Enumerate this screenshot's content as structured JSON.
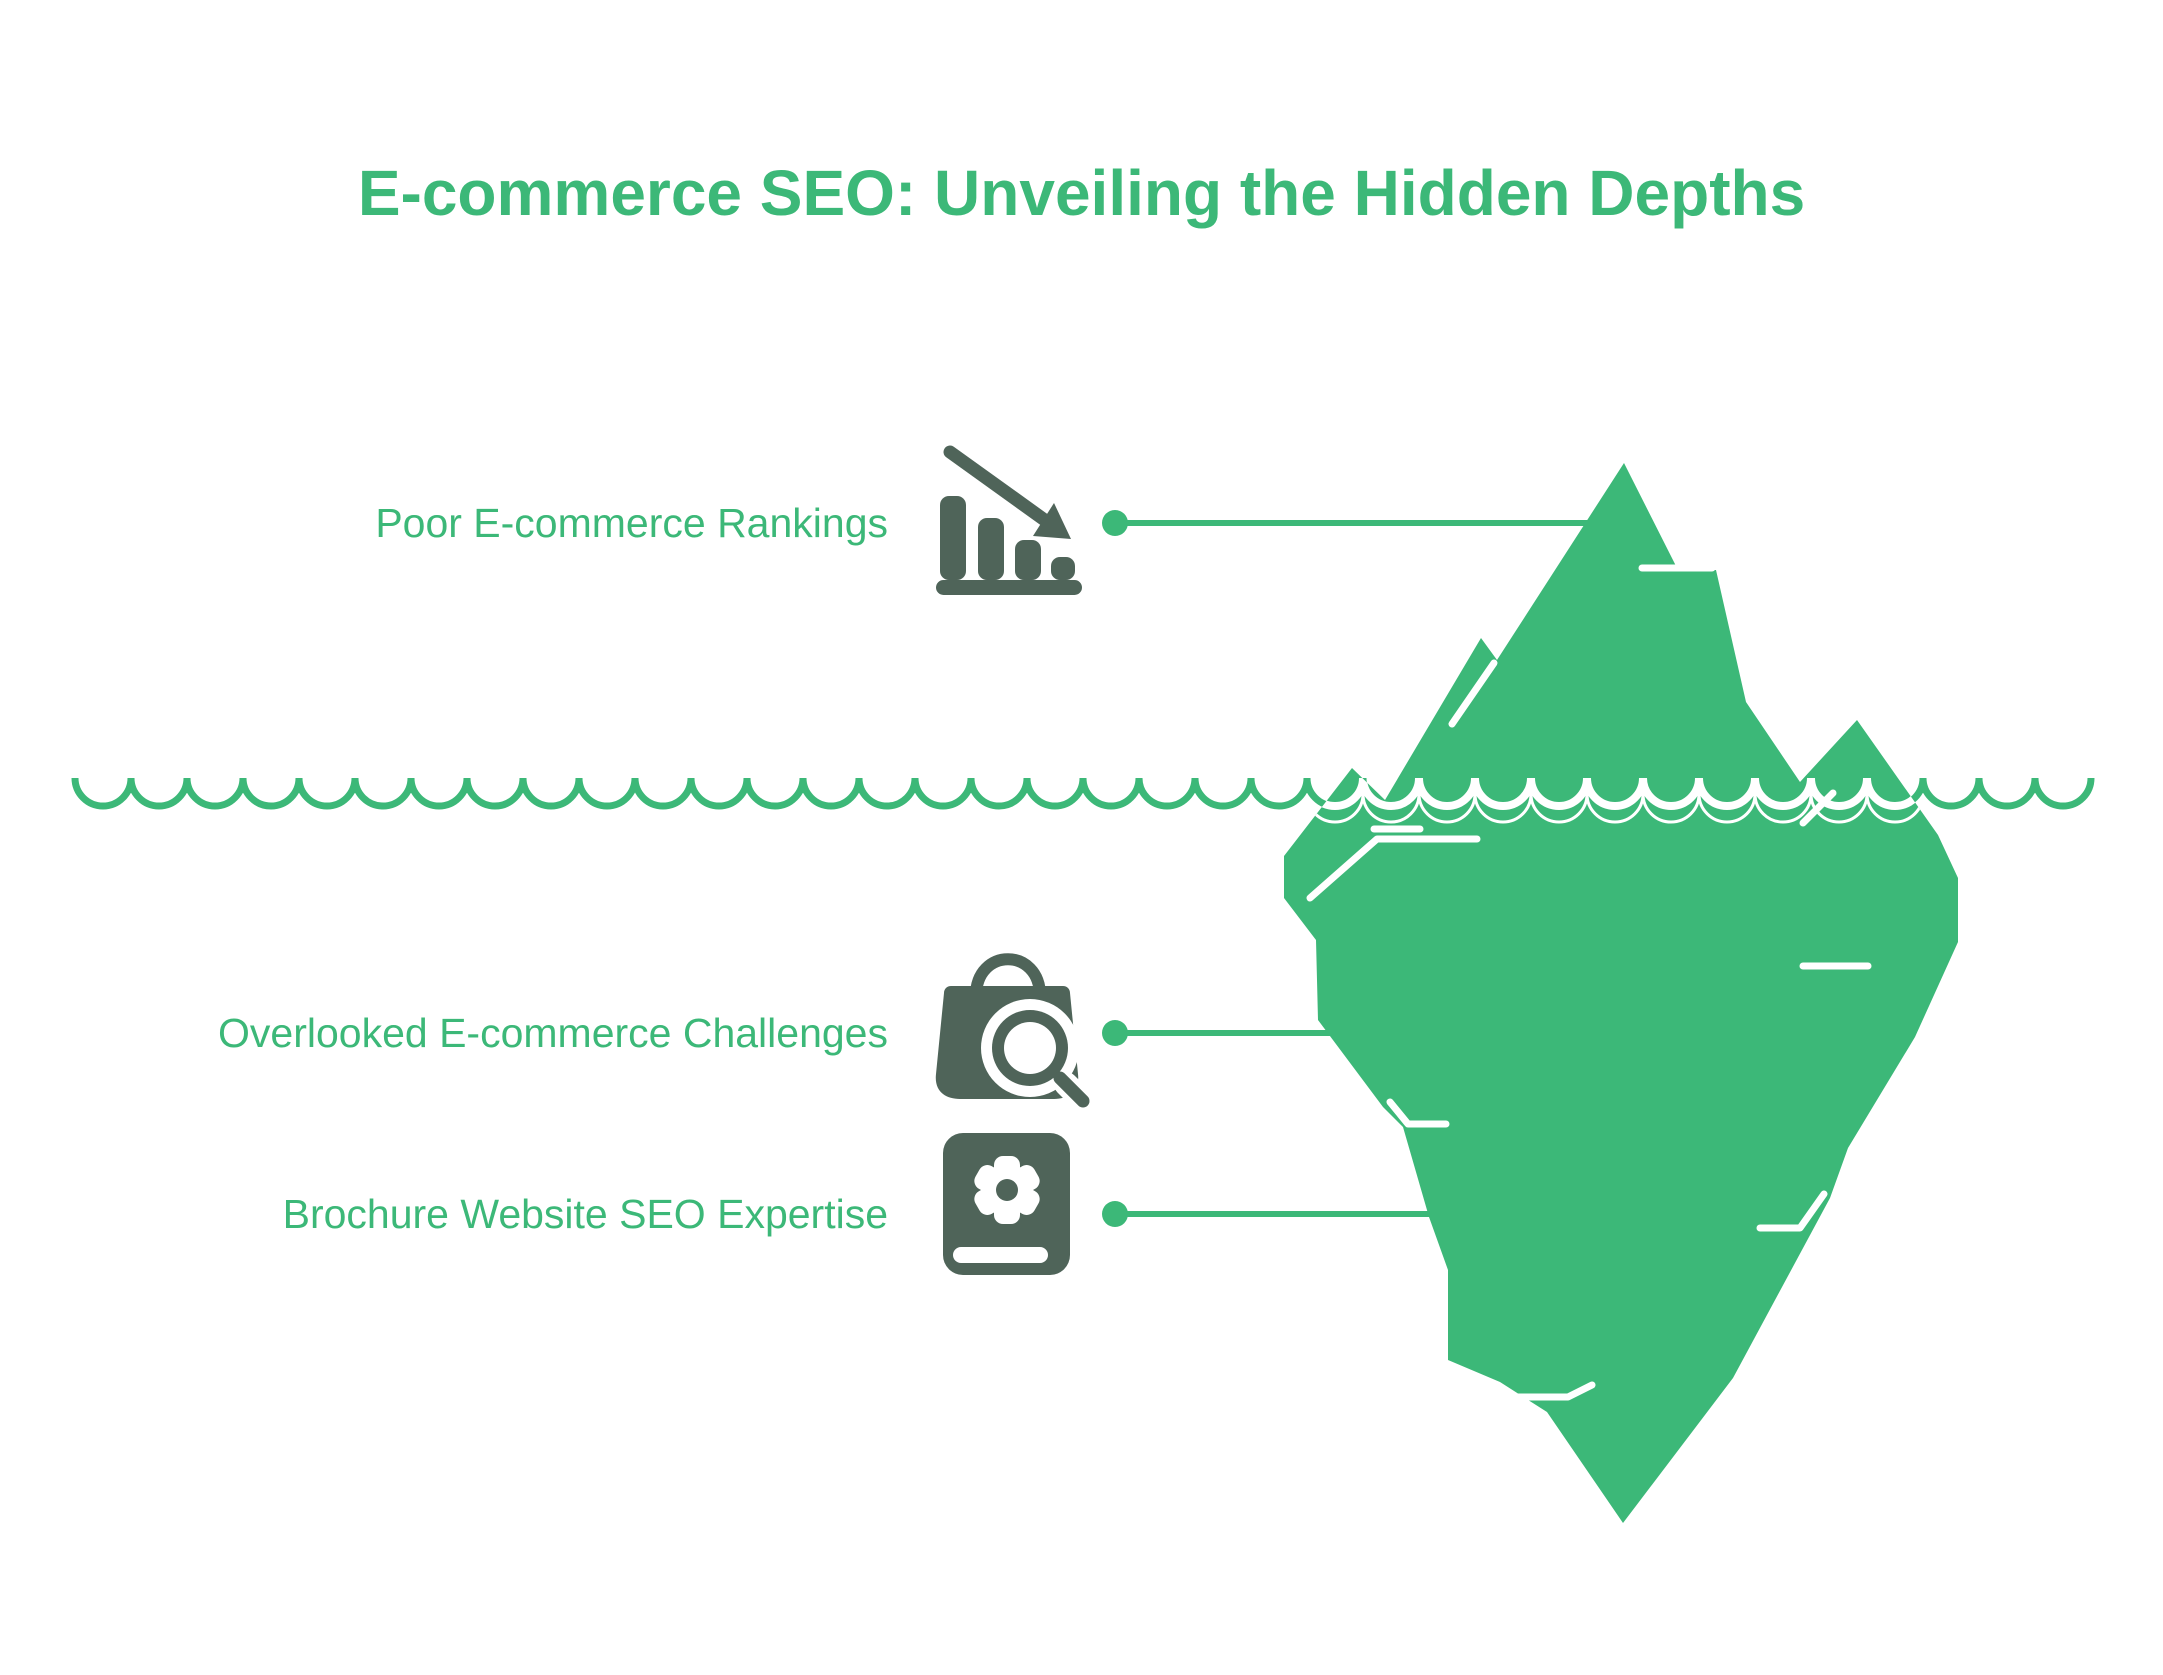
{
  "title": "E-commerce SEO: Unveiling the Hidden Depths",
  "colors": {
    "accent_green": "#3cb878",
    "icon_dark": "#4f6459",
    "background": "#ffffff"
  },
  "diagram": {
    "type": "iceberg",
    "water_line": "wavy scalloped line across page",
    "items": [
      {
        "label": "Poor E-commerce Rankings",
        "icon": "declining-bar-chart-icon",
        "position": "above water"
      },
      {
        "label": "Overlooked E-commerce Challenges",
        "icon": "shopping-bag-magnifier-icon",
        "position": "below water"
      },
      {
        "label": "Brochure Website SEO Expertise",
        "icon": "book-gear-icon",
        "position": "below water"
      }
    ]
  }
}
